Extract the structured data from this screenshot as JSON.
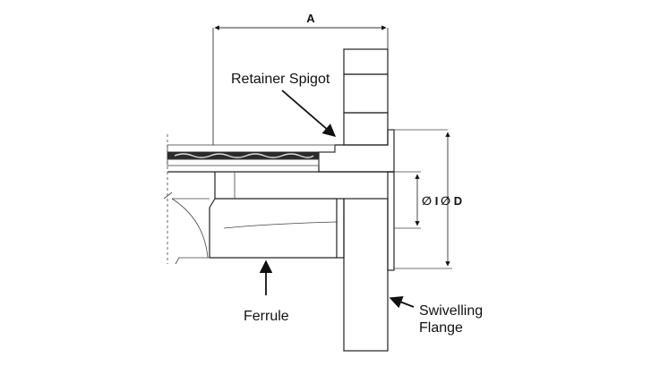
{
  "labels": {
    "dimension_a": "A",
    "retainer_spigot": "Retainer Spigot",
    "ferrule": "Ferrule",
    "swivelling_flange_line1": "Swivelling",
    "swivelling_flange_line2": "Flange",
    "diameter_i": "∅ I",
    "diameter_d": "∅ D"
  },
  "colors": {
    "outline": "#222222",
    "hatch": "#555555",
    "background": "#ffffff"
  }
}
